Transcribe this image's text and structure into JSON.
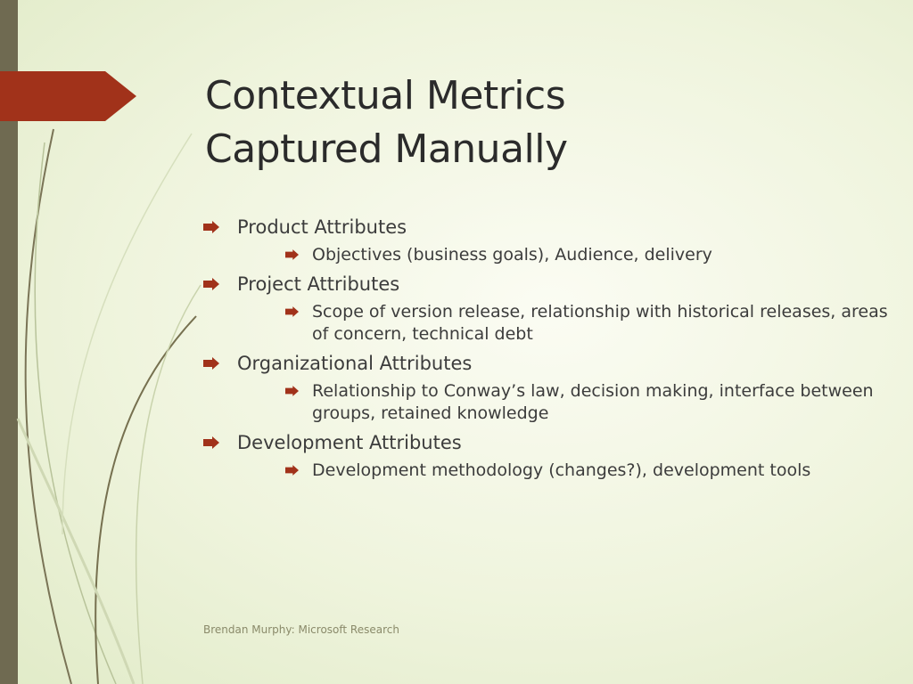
{
  "slide": {
    "title_lines": [
      "Contextual Metrics",
      "Captured Manually"
    ],
    "items": [
      {
        "label": "Product Attributes",
        "sub": [
          "Objectives (business goals), Audience, delivery"
        ]
      },
      {
        "label": "Project Attributes",
        "sub": [
          "Scope of version release, relationship with historical releases, areas of concern, technical debt"
        ]
      },
      {
        "label": "Organizational Attributes",
        "sub": [
          "Relationship to Conway’s law, decision making, interface between groups, retained knowledge"
        ]
      },
      {
        "label": "Development Attributes",
        "sub": [
          "Development methodology (changes?), development tools"
        ]
      }
    ],
    "footer": "Brendan Murphy: Microsoft Research"
  },
  "theme": {
    "accent": "#a1321a",
    "bar": "#6f6a51",
    "background": "#eff4dd",
    "bullet_icon": "arrow-right-bullet-icon"
  }
}
